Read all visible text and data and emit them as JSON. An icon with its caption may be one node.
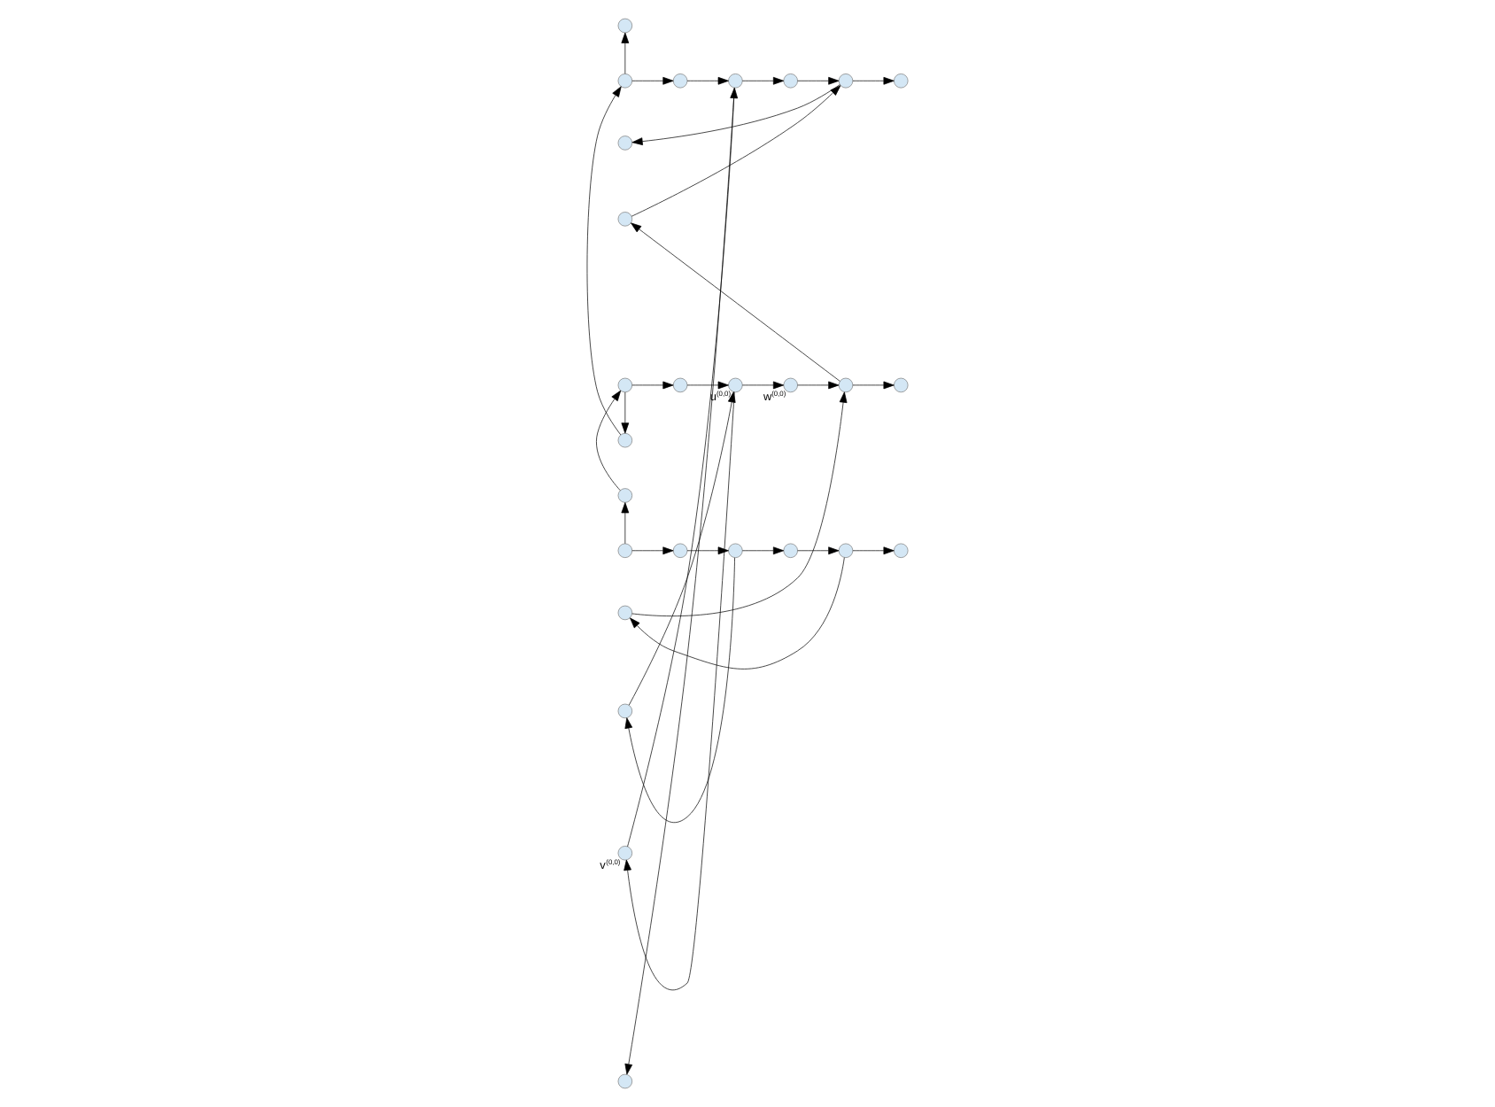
{
  "diagram": {
    "nodes": [
      {
        "text": [],
        "shape": "circle"
      },
      {
        "text": [],
        "shape": "circle"
      },
      {
        "text": [],
        "shape": "circle"
      },
      {
        "text": [],
        "shape": "circle"
      },
      {
        "text": [],
        "shape": "circle"
      },
      {
        "text": [],
        "shape": "circle"
      },
      {
        "text": [],
        "shape": "circle"
      },
      {
        "text": [],
        "shape": "circle"
      },
      {
        "text": [],
        "shape": "circle"
      },
      {
        "text": [],
        "shape": "circle"
      },
      {
        "text": [],
        "shape": "circle",
        "beside": [
          "v$^{(0,0)}$"
        ]
      },
      {
        "text": [],
        "shape": "circle"
      },
      {
        "text": [],
        "shape": "circle"
      },
      {
        "text": [],
        "shape": "circle"
      },
      {
        "text": [],
        "shape": "circle",
        "beside": [
          "u$^{(0,0)}$"
        ]
      },
      {
        "text": [],
        "shape": "circle",
        "beside": [
          "w$^{(0,0)}$"
        ]
      },
      {
        "text": [],
        "shape": "circle"
      },
      {
        "text": [],
        "shape": "circle"
      },
      {
        "text": [],
        "shape": "circle"
      },
      {
        "text": [],
        "shape": "circle"
      },
      {
        "text": [],
        "shape": "circle"
      },
      {
        "text": [],
        "shape": "circle"
      },
      {
        "text": [],
        "shape": "circle"
      },
      {
        "text": [],
        "shape": "circle"
      },
      {
        "text": [],
        "shape": "circle"
      },
      {
        "text": [],
        "shape": "circle"
      },
      {
        "text": [],
        "shape": "circle"
      }
    ],
    "edges": [
      {
        "from": 3,
        "to": 4,
        "arrow": "to"
      },
      {
        "from": 4,
        "to": 5,
        "arrow": "to"
      },
      {
        "from": 5,
        "to": 6,
        "arrow": "to"
      },
      {
        "from": 6,
        "to": 7,
        "arrow": "to"
      },
      {
        "from": 7,
        "to": 8,
        "arrow": "to"
      },
      {
        "from": 3,
        "to": 0,
        "arrow": "to"
      },
      {
        "from": 5,
        "to": 1,
        "arrow": "to"
      },
      {
        "from": 7,
        "to": 2,
        "arrow": "to"
      },
      {
        "from": 12,
        "to": 13,
        "arrow": "to"
      },
      {
        "from": 13,
        "to": 14,
        "arrow": "to"
      },
      {
        "from": 14,
        "to": 15,
        "arrow": "to"
      },
      {
        "from": 15,
        "to": 16,
        "arrow": "to"
      },
      {
        "from": 16,
        "to": 17,
        "arrow": "to"
      },
      {
        "from": 12,
        "to": 9,
        "arrow": "to"
      },
      {
        "from": 14,
        "to": 10,
        "arrow": "to"
      },
      {
        "from": 16,
        "to": 11,
        "arrow": "to"
      },
      {
        "from": 9,
        "to": 3,
        "arrow": "to"
      },
      {
        "from": 10,
        "to": 5,
        "arrow": "to"
      },
      {
        "from": 11,
        "to": 7,
        "arrow": "to"
      },
      {
        "from": 21,
        "to": 22,
        "arrow": "to"
      },
      {
        "from": 22,
        "to": 23,
        "arrow": "to"
      },
      {
        "from": 23,
        "to": 24,
        "arrow": "to"
      },
      {
        "from": 24,
        "to": 25,
        "arrow": "to"
      },
      {
        "from": 25,
        "to": 26,
        "arrow": "to"
      },
      {
        "from": 21,
        "to": 18,
        "arrow": "to"
      },
      {
        "from": 23,
        "to": 19,
        "arrow": "to"
      },
      {
        "from": 25,
        "to": 20,
        "arrow": "to"
      },
      {
        "from": 18,
        "to": 12,
        "arrow": "to"
      },
      {
        "from": 19,
        "to": 14,
        "arrow": "to"
      },
      {
        "from": 20,
        "to": 16,
        "arrow": "to"
      }
    ]
  }
}
